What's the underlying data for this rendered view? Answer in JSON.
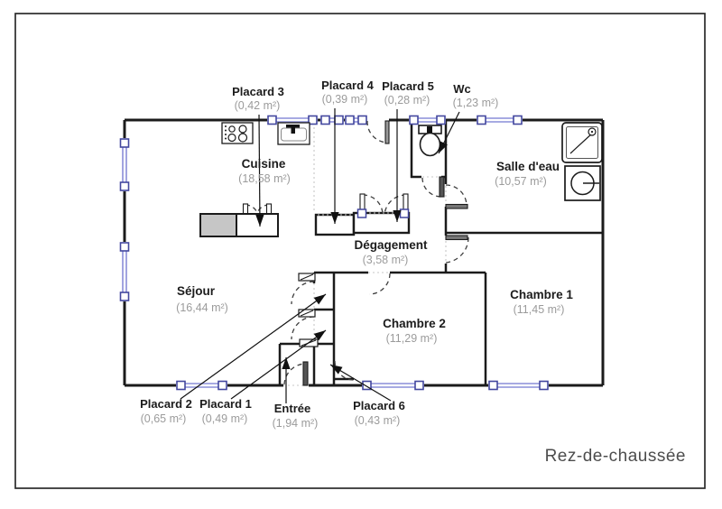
{
  "floor": {
    "label": "Rez-de-chaussée"
  },
  "rooms": [
    {
      "id": "cuisine",
      "name": "Cuisine",
      "area": "(18,58 m²)"
    },
    {
      "id": "sejour",
      "name": "Séjour",
      "area": "(16,44 m²)"
    },
    {
      "id": "degagement",
      "name": "Dégagement",
      "area": "(3,58 m²)"
    },
    {
      "id": "chambre-2",
      "name": "Chambre 2",
      "area": "(11,29 m²)"
    },
    {
      "id": "chambre-1",
      "name": "Chambre 1",
      "area": "(11,45 m²)"
    },
    {
      "id": "salle-d-eau",
      "name": "Salle d'eau",
      "area": "(10,57 m²)"
    }
  ],
  "callouts": [
    {
      "id": "placard-3",
      "name": "Placard 3",
      "area": "(0,42 m²)"
    },
    {
      "id": "placard-4",
      "name": "Placard 4",
      "area": "(0,39 m²)"
    },
    {
      "id": "placard-5",
      "name": "Placard 5",
      "area": "(0,28 m²)"
    },
    {
      "id": "wc",
      "name": "Wc",
      "area": "(1,23 m²)"
    },
    {
      "id": "placard-2",
      "name": "Placard 2",
      "area": "(0,65 m²)"
    },
    {
      "id": "placard-1",
      "name": "Placard 1",
      "area": "(0,49 m²)"
    },
    {
      "id": "entree",
      "name": "Entrée",
      "area": "(1,94 m²)"
    },
    {
      "id": "placard-6",
      "name": "Placard 6",
      "area": "(0,43 m²)"
    }
  ],
  "fixtures": [
    {
      "id": "stove",
      "name": "stove"
    },
    {
      "id": "sink",
      "name": "kitchen-sink"
    },
    {
      "id": "counter",
      "name": "kitchen-counter"
    },
    {
      "id": "toilet",
      "name": "toilet"
    },
    {
      "id": "shower",
      "name": "shower"
    },
    {
      "id": "washer",
      "name": "washing-machine"
    }
  ],
  "colors": {
    "wall": "#1b1b1b",
    "window_frame": "#43479e",
    "window_glass": "#8a8ed8",
    "room_name": "#1c1c1c",
    "room_area": "#9b9b9b",
    "door_arc": "#3f3f3f",
    "door_leaf": "#6e6e6e",
    "open_boundary": "#c7c7c7",
    "counter_fill": "#c6c6c6",
    "floor_title": "#4d4d4d",
    "frame": "#2b2b2b"
  }
}
